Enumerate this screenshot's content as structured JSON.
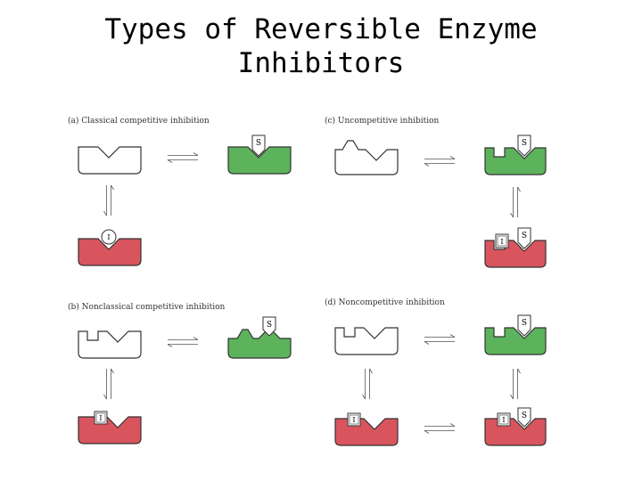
{
  "title": {
    "line1": "Types of Reversible Enzyme",
    "line2": "Inhibitors"
  },
  "panels": [
    {
      "id": "a",
      "label": "(a) Classical competitive inhibition"
    },
    {
      "id": "b",
      "label": "(b) Nonclassical competitive inhibition"
    },
    {
      "id": "c",
      "label": "(c) Uncompetitive inhibition"
    },
    {
      "id": "d",
      "label": "(d) Noncompetitive inhibition"
    }
  ],
  "molecule_labels": {
    "substrate": "S",
    "inhibitor": "I"
  },
  "colors": {
    "free_enzyme": "#ffffff",
    "es_complex": "#5cb35c",
    "ei_complex": "#d9555e",
    "outline": "#333333"
  }
}
